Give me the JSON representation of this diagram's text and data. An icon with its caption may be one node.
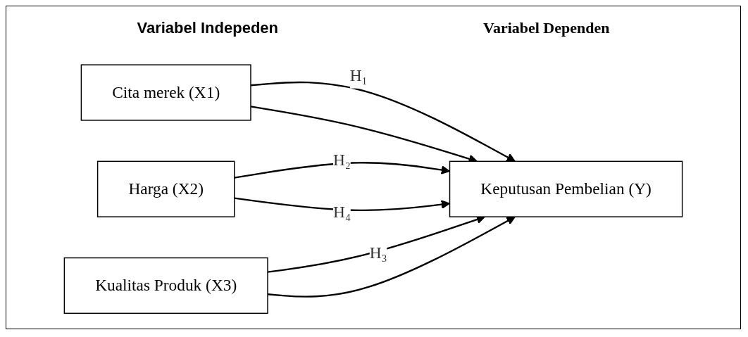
{
  "diagram": {
    "nodes": [
      {
        "text": [
          "Cita merek (X1)"
        ]
      },
      {
        "text": [
          "Harga (X2)"
        ]
      },
      {
        "text": [
          "Kualitas Produk (X3)"
        ]
      },
      {
        "text": [
          "Keputusan Pembelian (Y)"
        ]
      }
    ],
    "edges": [
      {
        "from": 0,
        "to": 3,
        "arrow": "to",
        "label": "H₁"
      },
      {
        "from": 1,
        "to": 3,
        "arrow": "to",
        "label": "H₂"
      },
      {
        "from": 2,
        "to": 3,
        "arrow": "to",
        "label": "H₃"
      },
      {
        "from": 0,
        "to": 3,
        "arrow": "to"
      },
      {
        "from": 1,
        "to": 3,
        "arrow": "to",
        "label": "H₄"
      },
      {
        "from": 2,
        "to": 3,
        "arrow": "to"
      }
    ],
    "labels": [
      "Variabel Indepeden",
      "Variabel Dependen"
    ]
  }
}
